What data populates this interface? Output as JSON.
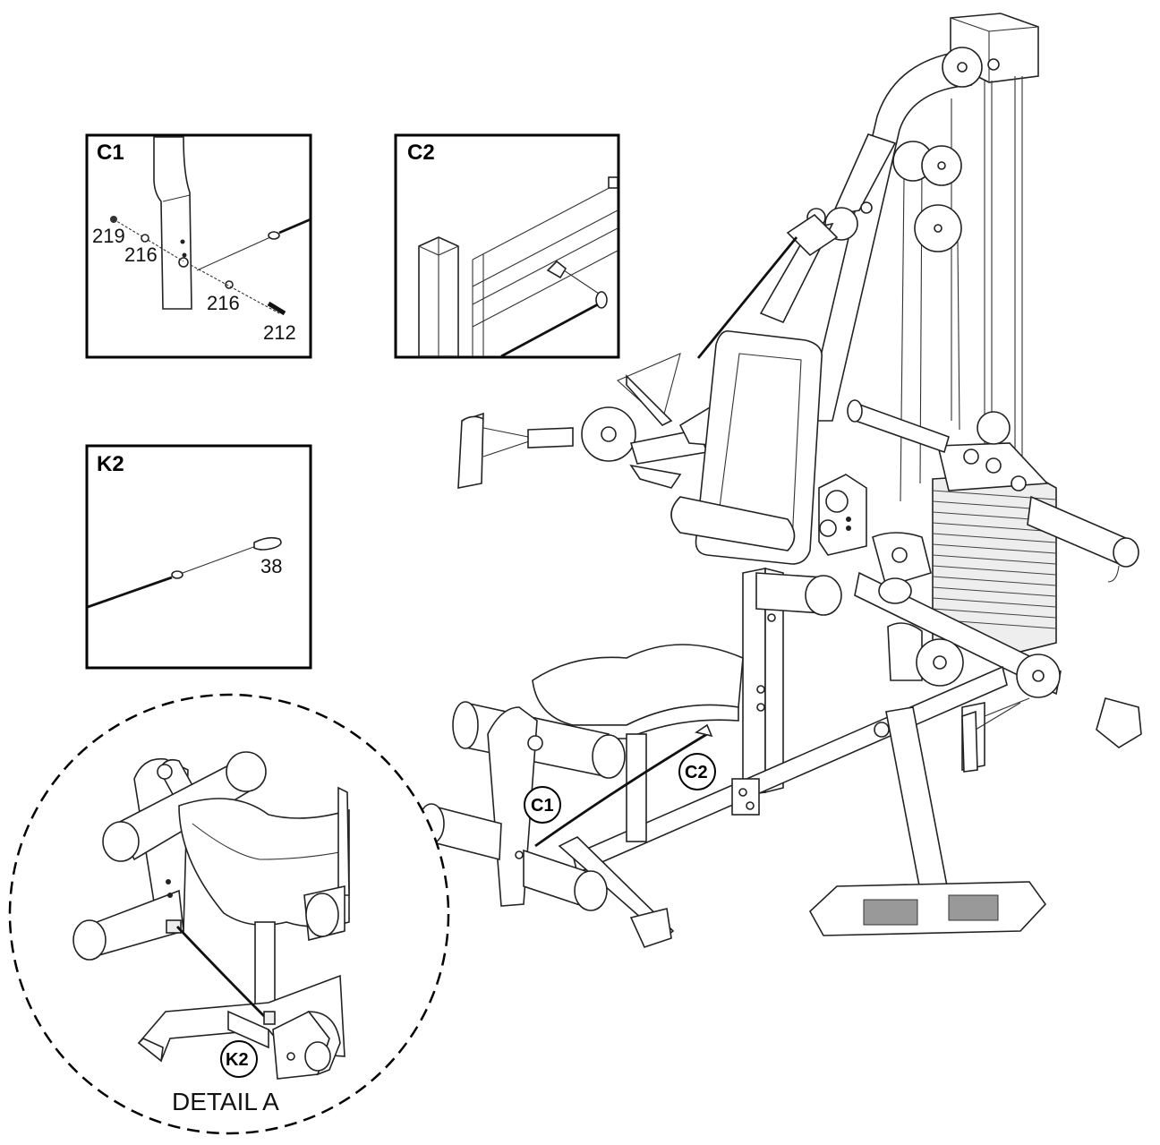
{
  "panels": {
    "c1": {
      "title": "C1",
      "labels": [
        "219",
        "216",
        "216",
        "212"
      ]
    },
    "c2": {
      "title": "C2"
    },
    "k2": {
      "title": "K2",
      "labels": [
        "38"
      ]
    }
  },
  "callouts": {
    "c1": "C1",
    "c2": "C2",
    "k2": "K2"
  },
  "detail": {
    "caption": "DETAIL A"
  }
}
